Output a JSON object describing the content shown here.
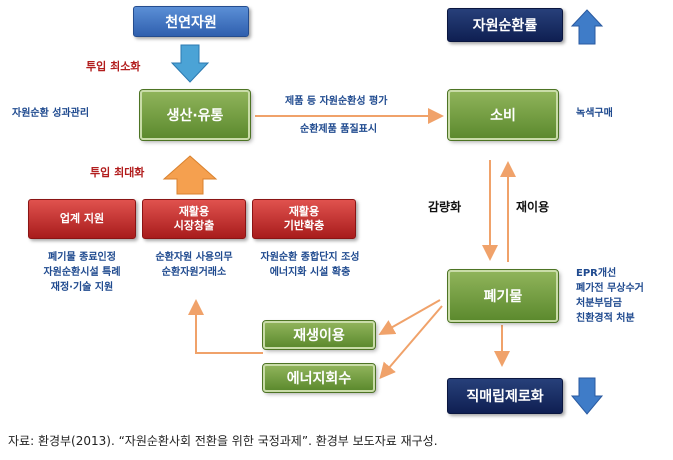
{
  "nodes": {
    "natural_resources": "천연자원",
    "production": "생산·유통",
    "consumption": "소비",
    "waste": "폐기물",
    "recycling_rate": "자원순환률",
    "direct_landfill": "직매립제로화",
    "recycle_use": "재생이용",
    "energy_recovery": "에너지회수",
    "industry_support": "업계 지원",
    "market_1": "재활용",
    "market_2": "시장창출",
    "infra_1": "재활용",
    "infra_2": "기반확충"
  },
  "labels": {
    "input_min": "투입 최소화",
    "input_max": "투입 최대화",
    "performance_mgmt": "자원순환 성과관리",
    "eval_1": "제품 등 자원순환성 평가",
    "eval_2": "순환제품 품질표시",
    "green_purchase": "녹색구매",
    "reduce": "감량화",
    "reuse": "재이용"
  },
  "support_lines": [
    "폐기물 종료인정",
    "자원순환시설 특례",
    "재정·기술 지원"
  ],
  "market_lines": [
    "순환자원 사용의무",
    "순환자원거래소"
  ],
  "infra_lines": [
    "자원순환 종합단지 조성",
    "에너지화 시설 확충"
  ],
  "waste_lines": [
    "EPR개선",
    "폐가전 무상수거",
    "처분부담금",
    "친환경적 처분"
  ],
  "caption": "자료: 환경부(2013). “자원순환사회 전환을 위한 국정과제”. 환경부 보도자료 재구성.",
  "colors": {
    "arrow_orange": "#f4a460",
    "arrow_blue": "#3f7cc8",
    "label_blue": "#1f4a8f",
    "label_red": "#b21d1d"
  }
}
